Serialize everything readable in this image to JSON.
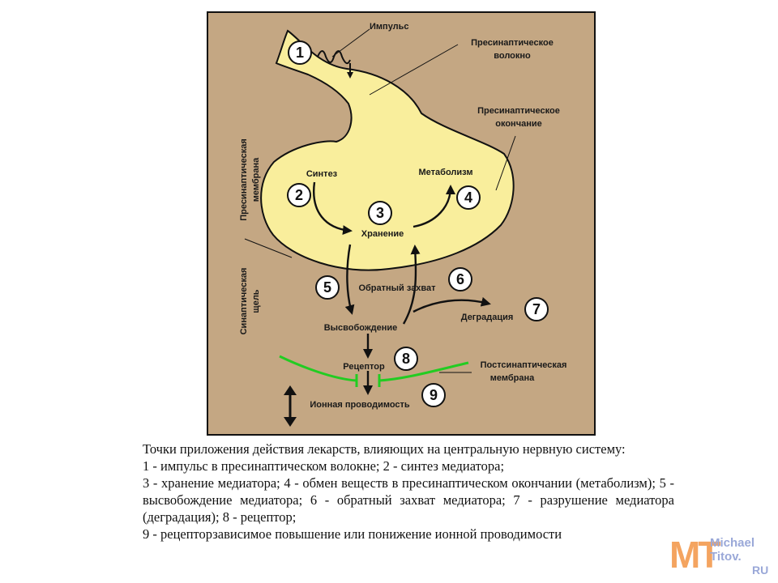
{
  "diagram": {
    "labels": {
      "impulse": "Импульс",
      "presynaptic_fiber_1": "Пресинаптическое",
      "presynaptic_fiber_2": "волокно",
      "presynaptic_terminal_1": "Пресинаптическое",
      "presynaptic_terminal_2": "окончание",
      "presynaptic_membrane_1": "Пресинаптическая",
      "presynaptic_membrane_2": "мембрана",
      "synaptic_cleft_1": "Синаптическая",
      "synaptic_cleft_2": "щель",
      "synthesis": "Синтез",
      "metabolism": "Метаболизм",
      "storage": "Хранение",
      "reuptake": "Обратный захват",
      "release": "Высвобождение",
      "degradation": "Деградация",
      "receptor": "Рецептор",
      "postsynaptic_membrane_1": "Постсинаптическая",
      "postsynaptic_membrane_2": "мембрана",
      "ion_conductance": "Ионная проводимость"
    },
    "numbers": [
      "1",
      "2",
      "3",
      "4",
      "5",
      "6",
      "7",
      "8",
      "9"
    ],
    "colors": {
      "background": "#c4a783",
      "terminal_fill": "#f9ee9c",
      "membrane_green": "#22cc22",
      "circle_fill": "#ffffff"
    }
  },
  "caption": {
    "title": "Точки приложения действия лекарств, влияющих на центральную нервную систему:",
    "line1": "1 - импульс в пресинаптическом волокне; 2 - синтез медиатора;",
    "line2": "3 - хранение медиатора; 4 - обмен веществ в пресинаптическом окончании (метаболизм); 5 - высвобождение медиатора; 6 - обратный захват медиатора; 7 - разрушение медиатора (деградация); 8 - рецептор;",
    "line3": "9 - рецепторзависимое повышение или понижение ионной проводимости"
  },
  "logo": {
    "mark": "MT",
    "name_1": "Michael",
    "name_2": "Titov.",
    "domain": "RU"
  }
}
